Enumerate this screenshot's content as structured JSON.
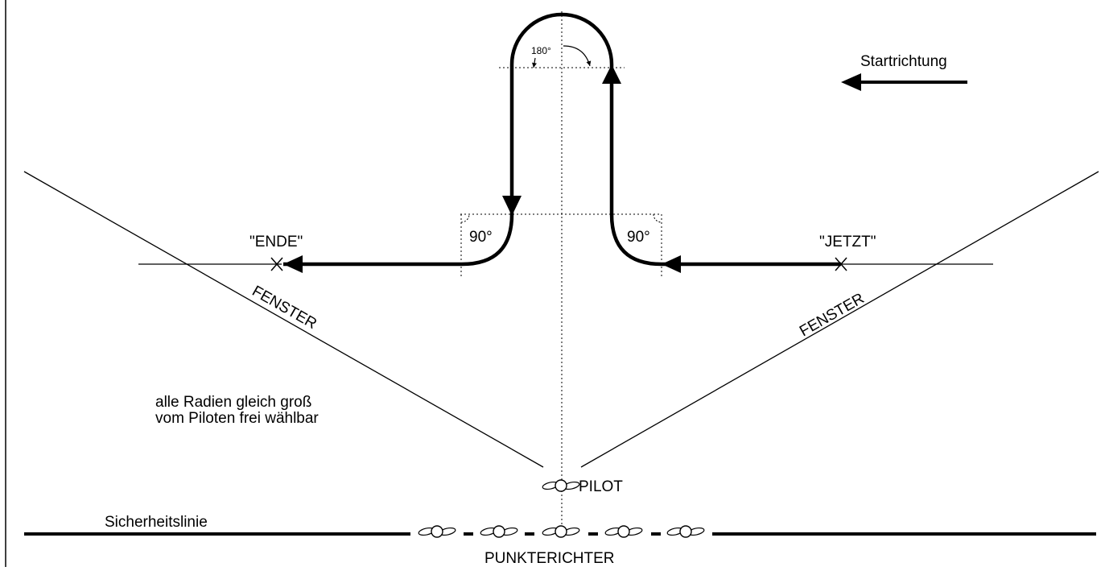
{
  "labels": {
    "start_direction": "Startrichtung",
    "end_call": "\"ENDE\"",
    "now_call": "\"JETZT\"",
    "window_left": "FENSTER",
    "window_right": "FENSTER",
    "angle_left": "90°",
    "angle_right": "90°",
    "angle_top": "180°",
    "radii_note_line1": "alle Radien gleich groß",
    "radii_note_line2": "vom Piloten frei wählbar",
    "pilot": "PILOT",
    "safety_line": "Sicherheitslinie",
    "judges": "PUNKTERICHTER"
  },
  "judges_count": 5
}
